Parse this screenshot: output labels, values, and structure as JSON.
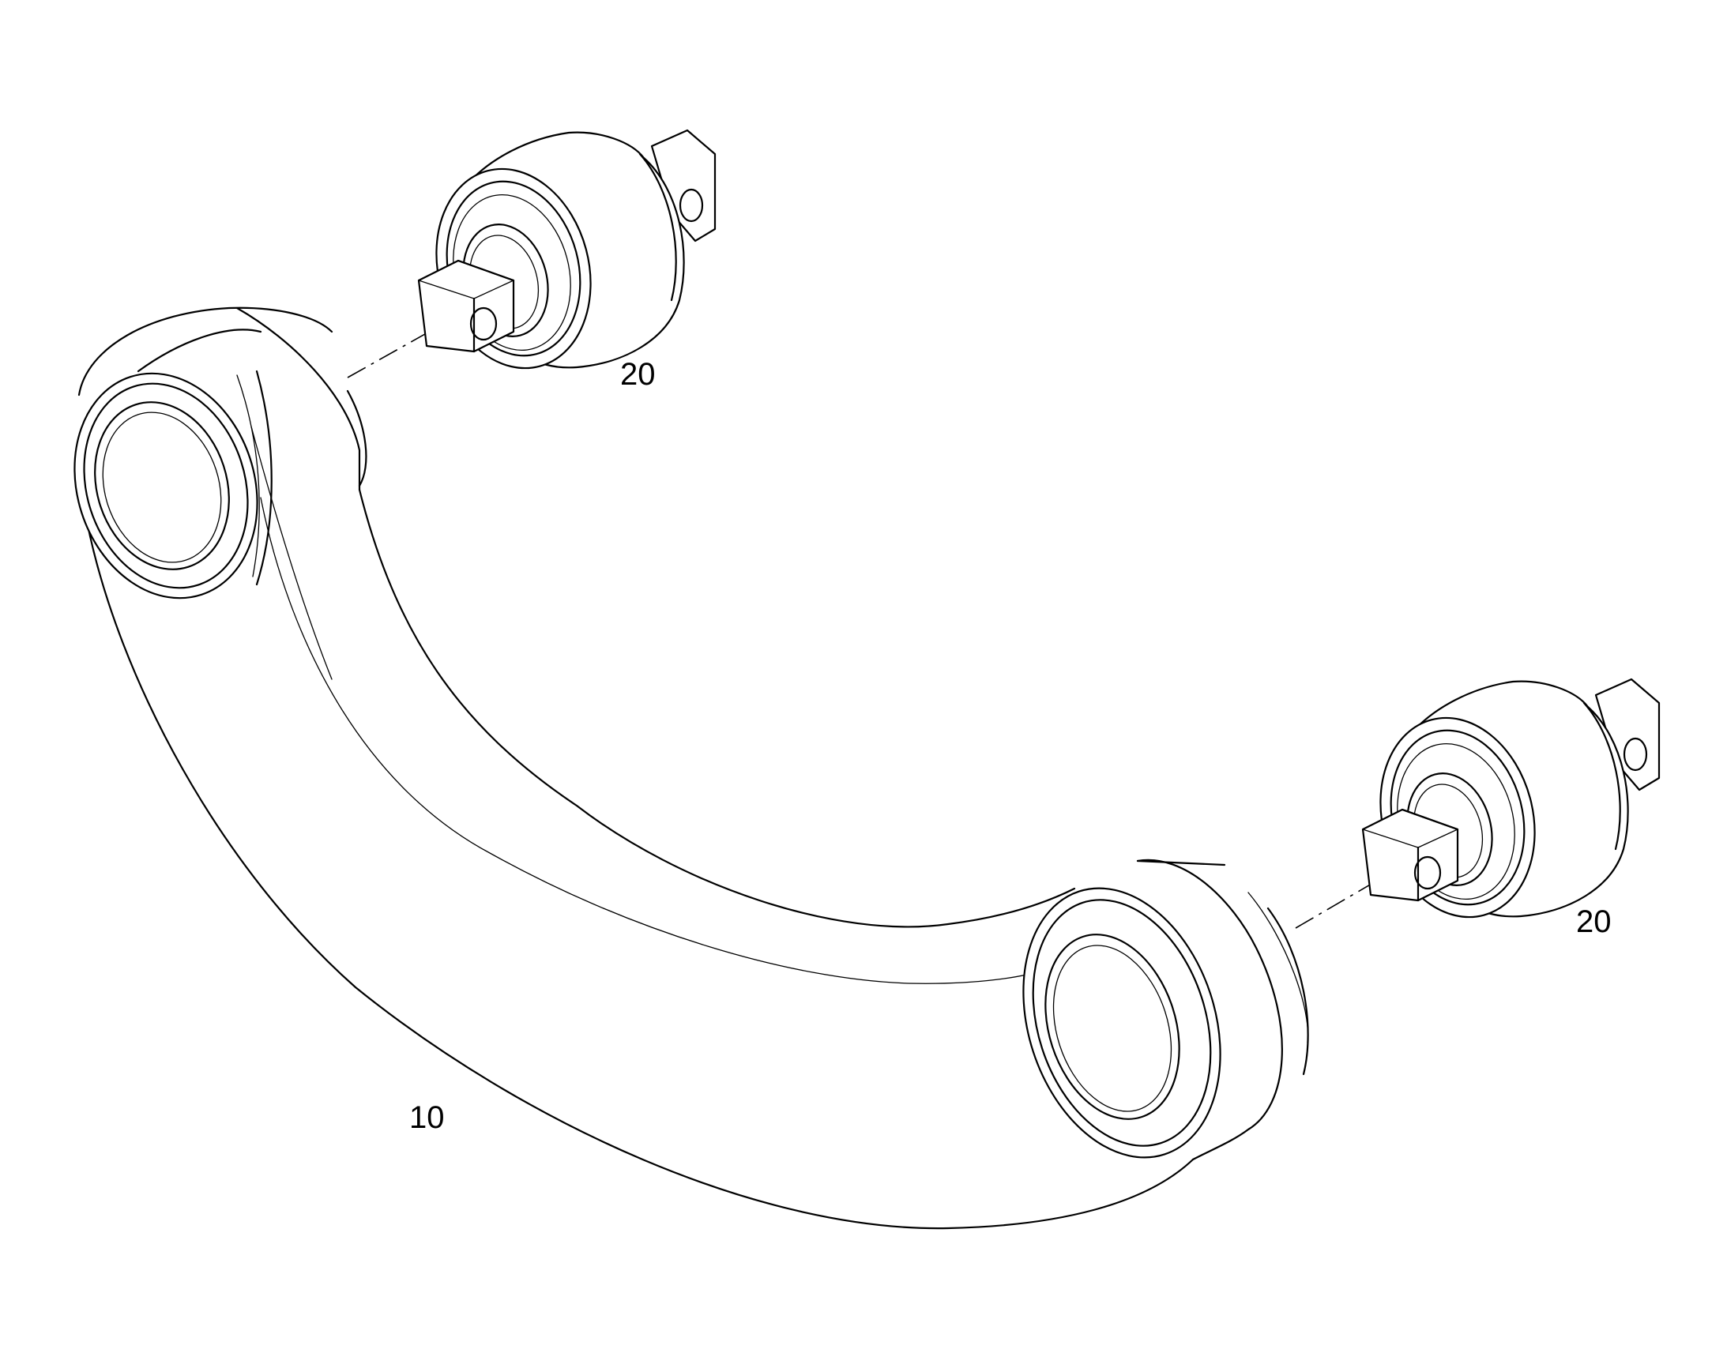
{
  "callouts": {
    "arm": "10",
    "bushing_top": "20",
    "bushing_bottom": "20"
  },
  "colors": {
    "line": "#000000",
    "background": "#ffffff"
  }
}
